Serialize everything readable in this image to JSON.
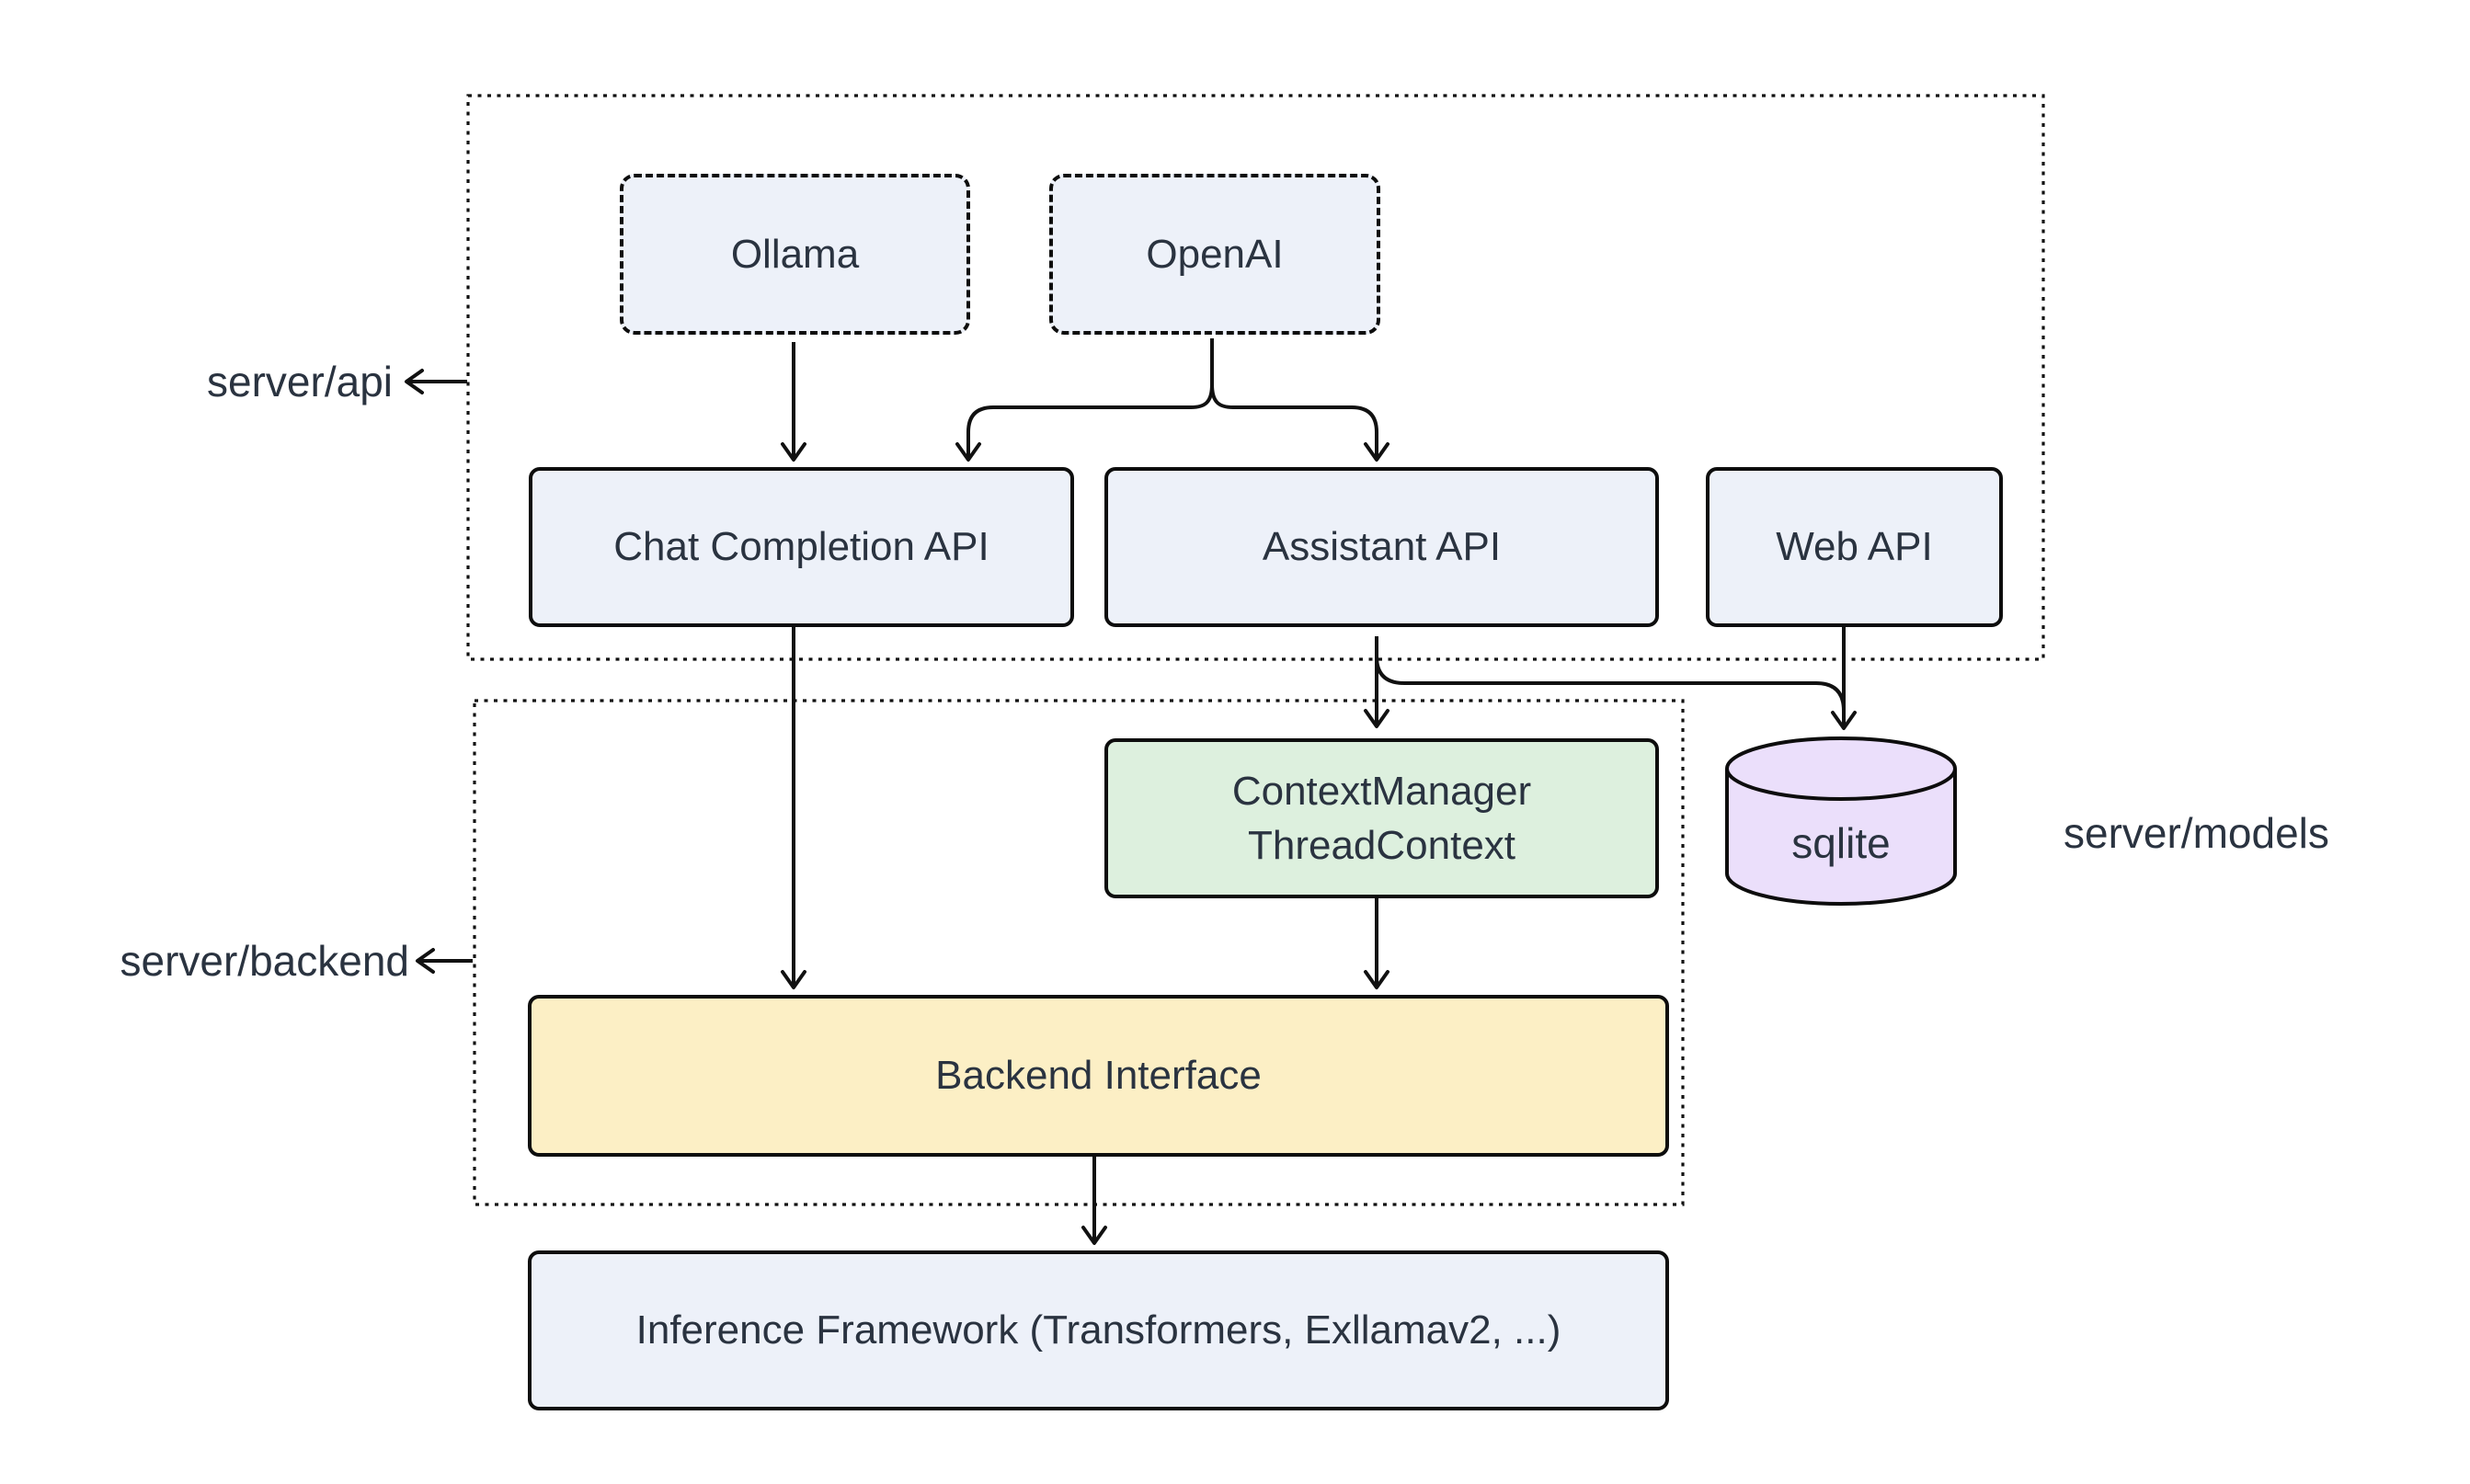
{
  "diagram": {
    "title": "Server architecture diagram",
    "colors": {
      "background": "#ffffff",
      "node_fill_blue": "#edf1f9",
      "node_fill_green": "#ddf0de",
      "node_fill_yellow": "#fcefc5",
      "node_fill_purple": "#ebdffb",
      "stroke": "#0d0d0d",
      "text": "#2a3340"
    },
    "side_labels": {
      "server_api": "server/api",
      "server_backend": "server/backend",
      "server_models": "server/models"
    },
    "nodes": {
      "ollama": {
        "label": "Ollama"
      },
      "openai": {
        "label": "OpenAI"
      },
      "chat_completion": {
        "label": "Chat Completion API"
      },
      "assistant": {
        "label": "Assistant API"
      },
      "web_api": {
        "label": "Web API"
      },
      "context_manager": {
        "line1": "ContextManager",
        "line2": "ThreadContext"
      },
      "sqlite": {
        "label": "sqlite"
      },
      "backend_interface": {
        "label": "Backend Interface"
      },
      "inference": {
        "label": "Inference Framework (Transformers, Exllamav2, ...)"
      }
    },
    "edges": [
      {
        "from": "Ollama",
        "to": "Chat Completion API"
      },
      {
        "from": "OpenAI",
        "to": "Chat Completion API"
      },
      {
        "from": "OpenAI",
        "to": "Assistant API"
      },
      {
        "from": "Chat Completion API",
        "to": "Backend Interface"
      },
      {
        "from": "Assistant API",
        "to": "ContextManager ThreadContext"
      },
      {
        "from": "Assistant API",
        "to": "sqlite"
      },
      {
        "from": "Web API",
        "to": "sqlite"
      },
      {
        "from": "ContextManager ThreadContext",
        "to": "Backend Interface"
      },
      {
        "from": "Backend Interface",
        "to": "Inference Framework (Transformers, Exllamav2, ...)"
      }
    ]
  }
}
